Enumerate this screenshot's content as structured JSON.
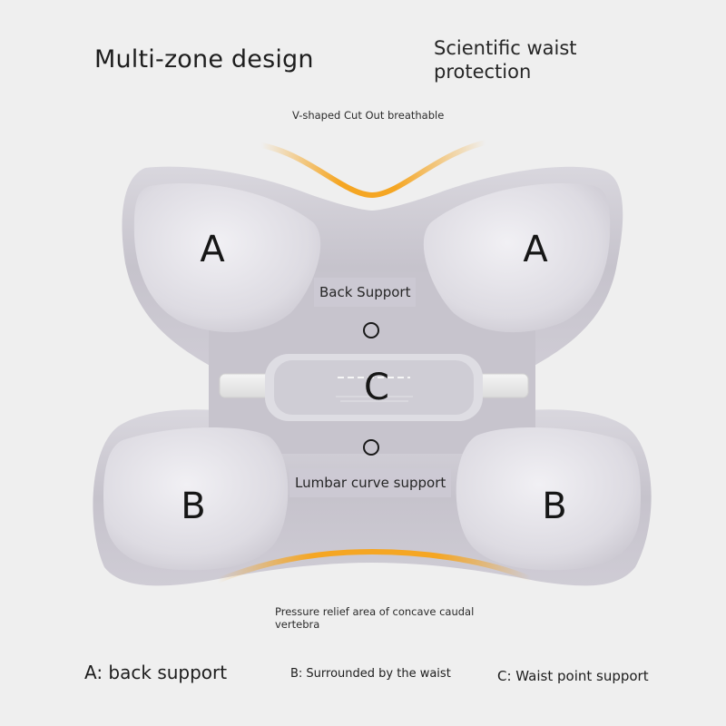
{
  "headings": {
    "left": "Multi-zone design",
    "right_line1": "Scientific waist",
    "right_line2": "protection"
  },
  "notes": {
    "top": "V-shaped Cut Out breathable",
    "bottom_line1": "Pressure relief area of concave caudal",
    "bottom_line2": "vertebra"
  },
  "zones": {
    "a_left": "A",
    "a_right": "A",
    "b_left": "B",
    "b_right": "B",
    "c": "C"
  },
  "tags": {
    "back_support": "Back Support",
    "lumbar_support": "Lumbar curve support"
  },
  "legend": {
    "a": "A: back support",
    "b": "B: Surrounded by the waist",
    "c": "C: Waist point support"
  },
  "colors": {
    "background": "#efefef",
    "pillow": "#cdcad3",
    "highlight": "#f5a623"
  }
}
